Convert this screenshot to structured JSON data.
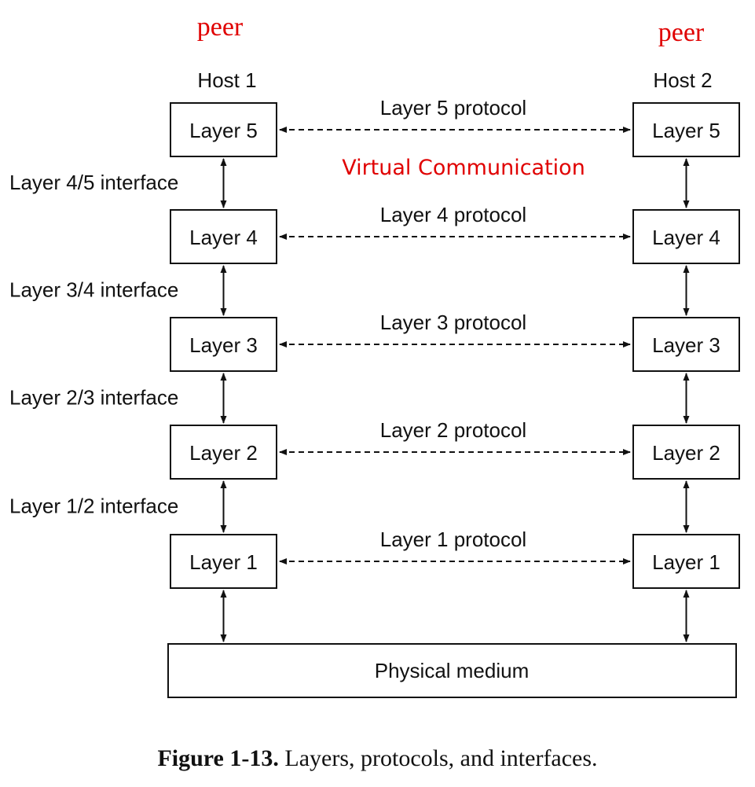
{
  "peer_labels": [
    "peer",
    "peer"
  ],
  "hosts": [
    "Host 1",
    "Host 2"
  ],
  "virtual_label": "Virtual Communication",
  "layers": [
    {
      "box": "Layer 5",
      "protocol": "Layer 5 protocol",
      "interface_below": "Layer 4/5 interface"
    },
    {
      "box": "Layer 4",
      "protocol": "Layer 4 protocol",
      "interface_below": "Layer 3/4 interface"
    },
    {
      "box": "Layer 3",
      "protocol": "Layer 3 protocol",
      "interface_below": "Layer 2/3 interface"
    },
    {
      "box": "Layer 2",
      "protocol": "Layer 2 protocol",
      "interface_below": "Layer 1/2 interface"
    },
    {
      "box": "Layer 1",
      "protocol": "Layer 1 protocol",
      "interface_below": ""
    }
  ],
  "physical_medium": "Physical medium",
  "caption": {
    "number": "Figure 1-13.",
    "text": "Layers, protocols, and interfaces."
  },
  "colors": {
    "accent": "#e00000",
    "ink": "#111111"
  }
}
